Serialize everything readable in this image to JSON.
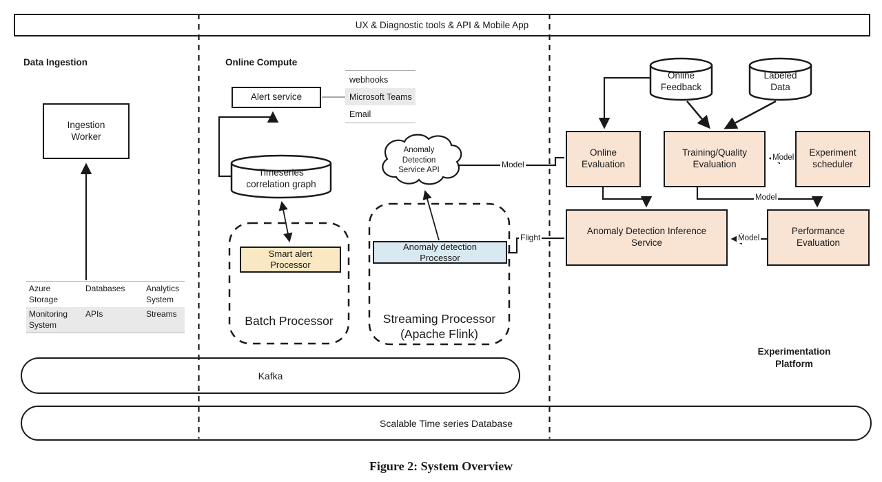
{
  "top_banner": "UX & Diagnostic tools & API & Mobile App",
  "caption": "Figure 2: System Overview",
  "sections": {
    "data_ingestion": "Data Ingestion",
    "online_compute": "Online Compute",
    "experimentation_platform": "Experimentation\nPlatform"
  },
  "nodes": {
    "ingestion_worker": "Ingestion\nWorker",
    "alert_service": "Alert service",
    "timeseries_graph": "Timeseries\ncorrelation graph",
    "smart_alert_processor": "Smart alert\nProcessor",
    "batch_processor": "Batch Processor",
    "anomaly_detection_processor": "Anomaly detection\nProcessor",
    "streaming_processor": "Streaming Processor\n(Apache Flink)",
    "anomaly_service_api_cloud": "Anomaly\nDetection\nService API",
    "online_feedback": "Online\nFeedback",
    "labeled_data": "Labeled\nData",
    "online_evaluation": "Online\nEvaluation",
    "training_quality_evaluation": "Training/Quality\nEvaluation",
    "experiment_scheduler": "Experiment\nscheduler",
    "anomaly_inference_service": "Anomaly Detection Inference\nService",
    "performance_evaluation": "Performance\nEvaluation",
    "kafka": "Kafka",
    "timeseries_db": "Scalable Time series Database"
  },
  "notification_channels": [
    "webhooks",
    "Microsoft Teams",
    "Email"
  ],
  "ingestion_sources": {
    "row1": [
      "Azure\nStorage",
      "Databases",
      "Analytics\nSystem"
    ],
    "row2": [
      "Monitoring\nSystem",
      "APIs",
      "Streams"
    ]
  },
  "edge_labels": {
    "model_cloud": "Model",
    "model_scheduler": "Model",
    "model_training": "Model",
    "model_perf": "Model",
    "flight": "Flight"
  },
  "colors": {
    "evaluation_box": "#f9e3d3",
    "smart_alert_box": "#fae8c2",
    "anomaly_processor_box": "#d9e9f1",
    "shaded_row": "#e9e9e9",
    "line": "#1a1a1a"
  }
}
